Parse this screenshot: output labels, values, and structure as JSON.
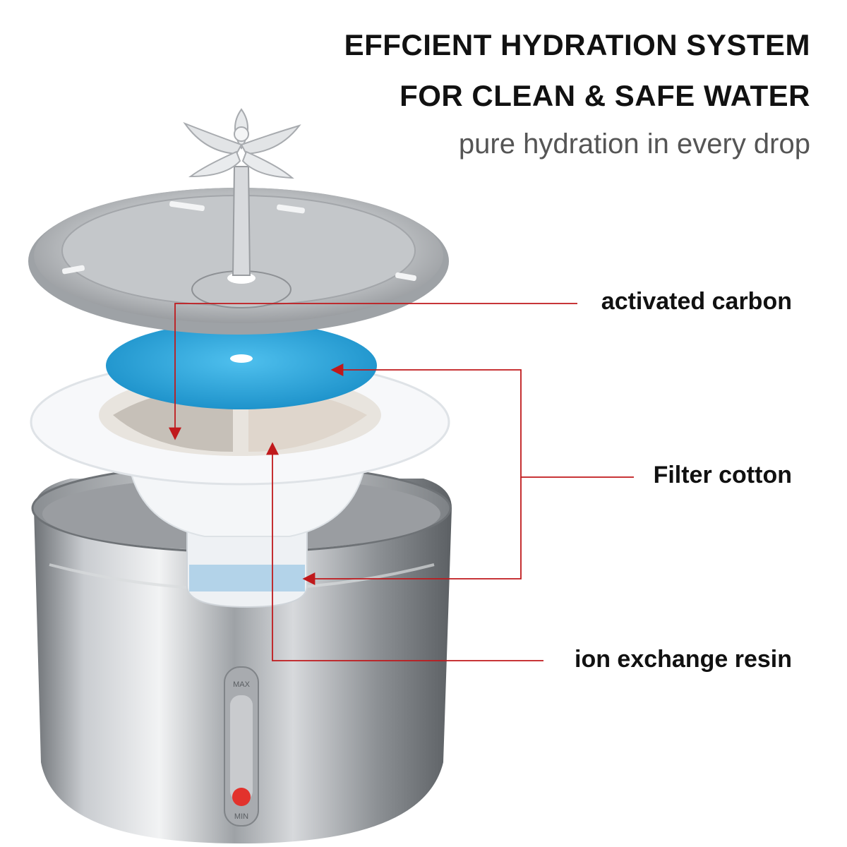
{
  "headline": {
    "line1": "EFFCIENT HYDRATION SYSTEM",
    "line2": "FOR CLEAN & SAFE WATER",
    "subline": "pure hydration in every drop"
  },
  "callouts": {
    "activated_carbon": "activated carbon",
    "filter_cotton": "Filter cotton",
    "ion_exchange_resin": "ion exchange resin"
  },
  "gauge": {
    "max_label": "MAX",
    "min_label": "MIN"
  },
  "colors": {
    "leader_line": "#c0191c",
    "sponge": "#29a6dc",
    "steel": "#b9bcc0",
    "indicator": "#e2322c"
  }
}
